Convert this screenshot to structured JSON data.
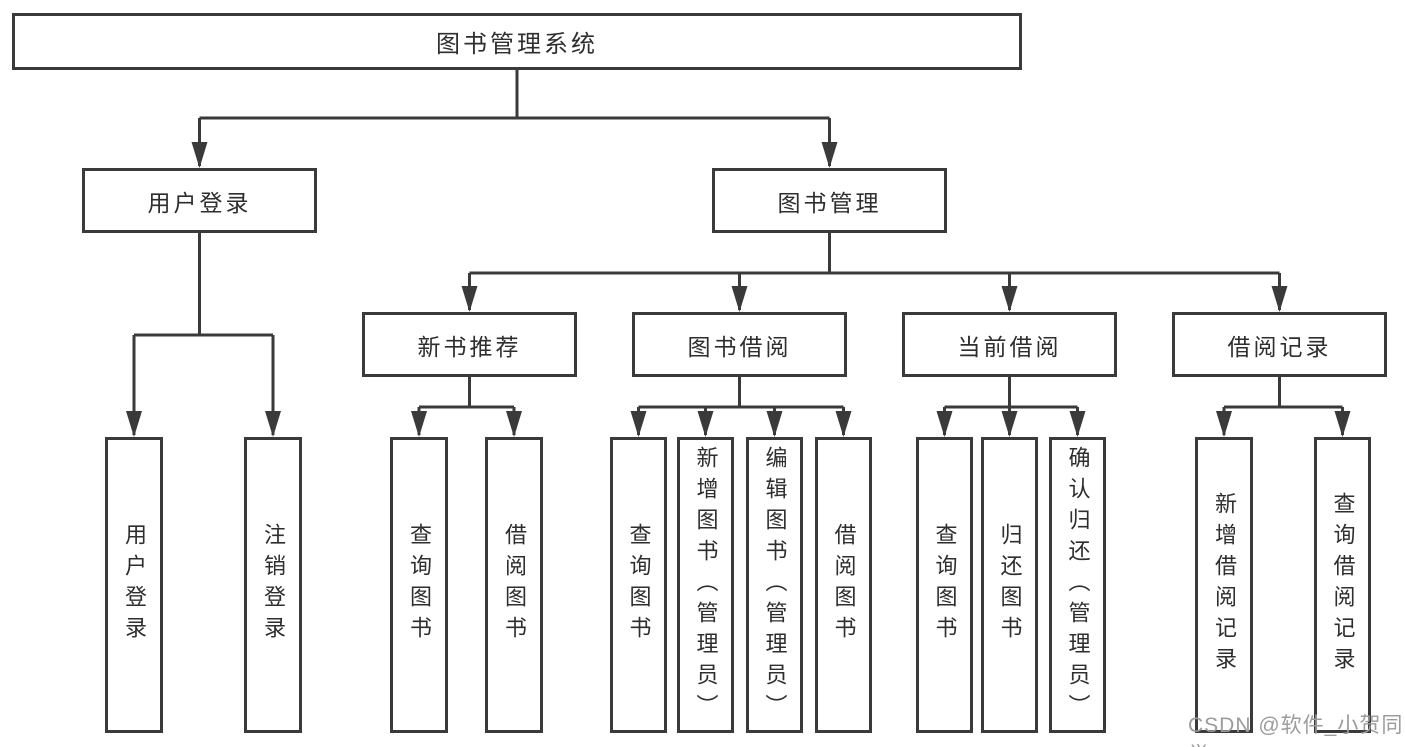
{
  "colors": {
    "line": "#3a3a3a",
    "text": "#2e2e2e",
    "node_background": "#ffffff",
    "page_background": "#ffffff",
    "watermark": "#9c9c9c"
  },
  "root": {
    "label": "图书管理系统"
  },
  "level2": [
    {
      "id": "user-login",
      "label": "用户登录",
      "parent": "图书管理系统"
    },
    {
      "id": "book-management",
      "label": "图书管理",
      "parent": "图书管理系统"
    }
  ],
  "level3": [
    {
      "id": "new-book-recommend",
      "label": "新书推荐",
      "parent": "图书管理"
    },
    {
      "id": "book-borrowing",
      "label": "图书借阅",
      "parent": "图书管理"
    },
    {
      "id": "current-borrowing",
      "label": "当前借阅",
      "parent": "图书管理"
    },
    {
      "id": "borrow-records",
      "label": "借阅记录",
      "parent": "图书管理"
    }
  ],
  "leaves": [
    {
      "label": "用户登录",
      "parent": "用户登录"
    },
    {
      "label": "注销登录",
      "parent": "用户登录"
    },
    {
      "label": "查询图书",
      "parent": "新书推荐"
    },
    {
      "label": "借阅图书",
      "parent": "新书推荐"
    },
    {
      "label": "查询图书",
      "parent": "图书借阅"
    },
    {
      "label": "新增图书（管理员）",
      "parent": "图书借阅"
    },
    {
      "label": "编辑图书（管理员）",
      "parent": "图书借阅"
    },
    {
      "label": "借阅图书",
      "parent": "图书借阅"
    },
    {
      "label": "查询图书",
      "parent": "当前借阅"
    },
    {
      "label": "归还图书",
      "parent": "当前借阅"
    },
    {
      "label": "确认归还（管理员）",
      "parent": "当前借阅"
    },
    {
      "label": "新增借阅记录",
      "parent": "借阅记录"
    },
    {
      "label": "查询借阅记录",
      "parent": "借阅记录"
    }
  ],
  "watermark": {
    "text": "CSDN @软件_小贺同学"
  }
}
